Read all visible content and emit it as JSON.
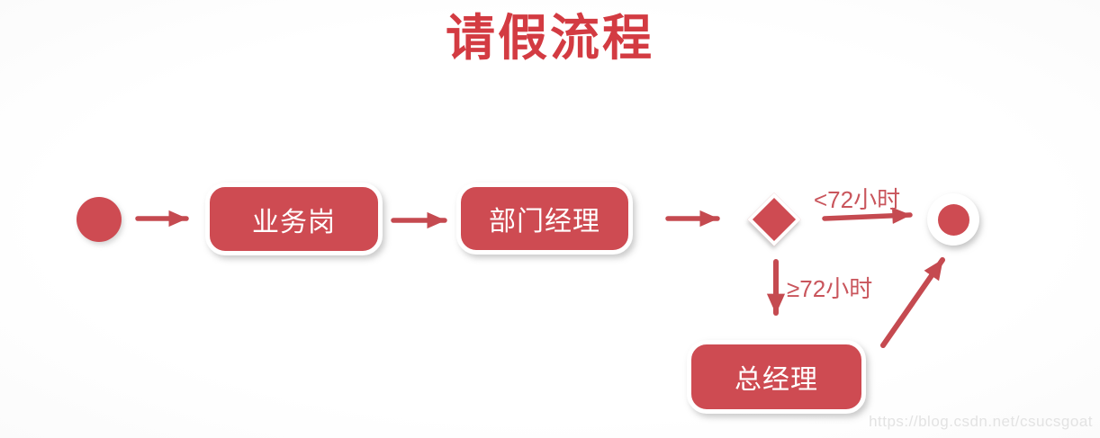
{
  "title": "请假流程",
  "colors": {
    "title_red": "#D33B42",
    "shape_red": "#CE4B52",
    "arrow_red": "#C54A50",
    "branch_label_red": "#C9555C",
    "box_text": "#FFFFFF",
    "watermark_gray": "#E3E3E3"
  },
  "nodes": {
    "start": {
      "type": "start-circle"
    },
    "step1": {
      "label": "业务岗"
    },
    "step2": {
      "label": "部门经理"
    },
    "decision": {
      "type": "diamond"
    },
    "step3": {
      "label": "总经理"
    },
    "end": {
      "type": "end-circle"
    }
  },
  "edges": {
    "decision_to_end": {
      "label": "<72小时"
    },
    "decision_to_step3": {
      "label": "≥72小时"
    }
  },
  "watermark": "https://blog.csdn.net/csucsgoat"
}
